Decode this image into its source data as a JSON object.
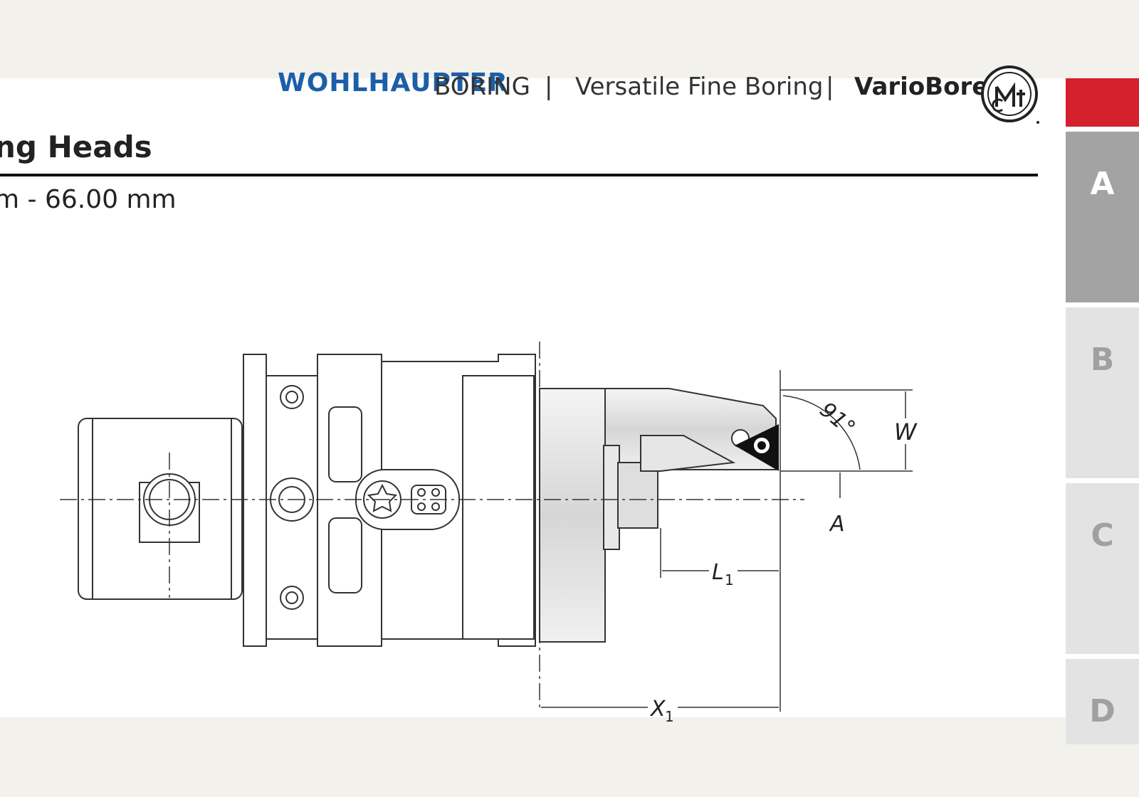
{
  "header": {
    "brand": "WOHLHAUPTER",
    "section": "BORING",
    "separator": "|",
    "category": "Versatile Fine Boring",
    "product": "VarioBore"
  },
  "page": {
    "title": "ng Heads",
    "subtitle": "m - 66.00 mm"
  },
  "drawing": {
    "angle_label": "91°",
    "dim_w": "W",
    "dim_a": "A",
    "dim_l": "L",
    "dim_l_sub": "1",
    "dim_x": "X",
    "dim_x_sub": "1"
  },
  "tabs": [
    {
      "label": ""
    },
    {
      "label": "A"
    },
    {
      "label": "B"
    },
    {
      "label": "C"
    },
    {
      "label": "D"
    }
  ],
  "colors": {
    "brand_blue": "#1d5ea8",
    "tab_red": "#d5202e",
    "tab_active": "#a3a3a3",
    "tab_inactive": "#e3e3e3"
  }
}
